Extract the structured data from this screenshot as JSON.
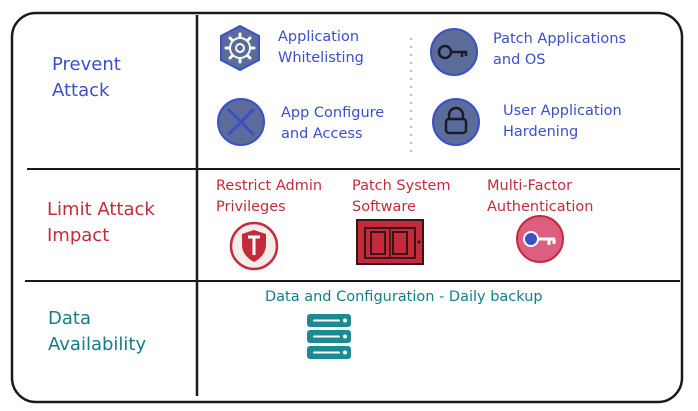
{
  "rows": [
    {
      "category": [
        "Prevent",
        "Attack"
      ],
      "color": "#3b4fc8",
      "items": [
        {
          "label": [
            "Application",
            "Whitelisting"
          ],
          "icon": "gear-icon"
        },
        {
          "label": [
            "Patch Applications",
            "and OS"
          ],
          "icon": "key-icon"
        },
        {
          "label": [
            "App Configure",
            "and Access"
          ],
          "icon": "x-icon"
        },
        {
          "label": [
            "User Application",
            "Hardening"
          ],
          "icon": "lock-icon"
        }
      ]
    },
    {
      "category": [
        "Limit Attack",
        "Impact"
      ],
      "color": "#c42b3a",
      "items": [
        {
          "label": [
            "Restrict Admin",
            "Privileges"
          ],
          "icon": "shield-icon"
        },
        {
          "label": [
            "Patch System",
            "Software"
          ],
          "icon": "window-icon"
        },
        {
          "label": [
            "Multi-Factor",
            "Authentication"
          ],
          "icon": "key-icon"
        }
      ]
    },
    {
      "category": [
        "Data",
        "Availability"
      ],
      "color": "#137e87",
      "items": [
        {
          "label": [
            "Data and Configuration - Daily backup"
          ],
          "icon": "server-icon"
        }
      ]
    }
  ],
  "colors": {
    "prevent": "#3b4fc8",
    "prevent_icon_fill": "#5b6c9a",
    "limit": "#c42b3a",
    "mfa_icon_fill": "#dc5f82",
    "availability": "#137e87",
    "border": "#1a1a1a"
  }
}
